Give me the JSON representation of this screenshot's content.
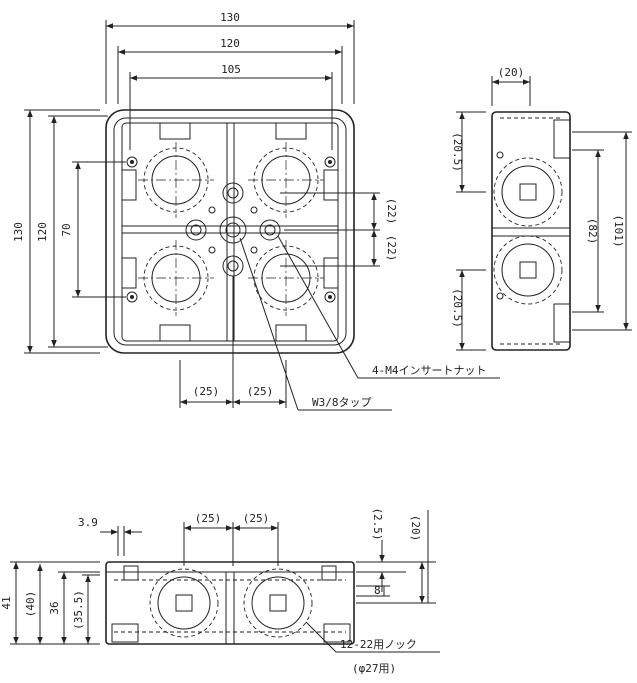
{
  "top_view": {
    "dim_overall_width": "130",
    "dim_inner_width": "120",
    "dim_center_width": "105",
    "dim_overall_height": "130",
    "dim_inner_height": "120",
    "dim_screw_pitch": "70",
    "dim_nut_pitch_upper": "(22)",
    "dim_nut_pitch_lower": "(22)",
    "dim_bottom_left": "(25)",
    "dim_bottom_right": "(25)",
    "label_insert_nut": "4-M4インサートナット",
    "label_tap": "W3/8タップ"
  },
  "side_view": {
    "dim_top_depth": "(20)",
    "dim_upper_offset": "(20.5)",
    "dim_lower_offset": "(20.5)",
    "dim_inner_height": "(82)",
    "dim_outer_height": "(101)"
  },
  "front_view": {
    "dim_wall": "3.9",
    "dim_left_spacing": "(25)",
    "dim_right_spacing": "(25)",
    "dim_top_offset": "(2.5)",
    "dim_knock_depth": "(20)",
    "dim_total_height": "41",
    "dim_height_40": "(40)",
    "dim_height_36": "36",
    "dim_height_35_5": "(35.5)",
    "dim_flange": "8",
    "label_knockout": "12-22用ノック",
    "label_knockout_diameter": "(φ27用)"
  }
}
